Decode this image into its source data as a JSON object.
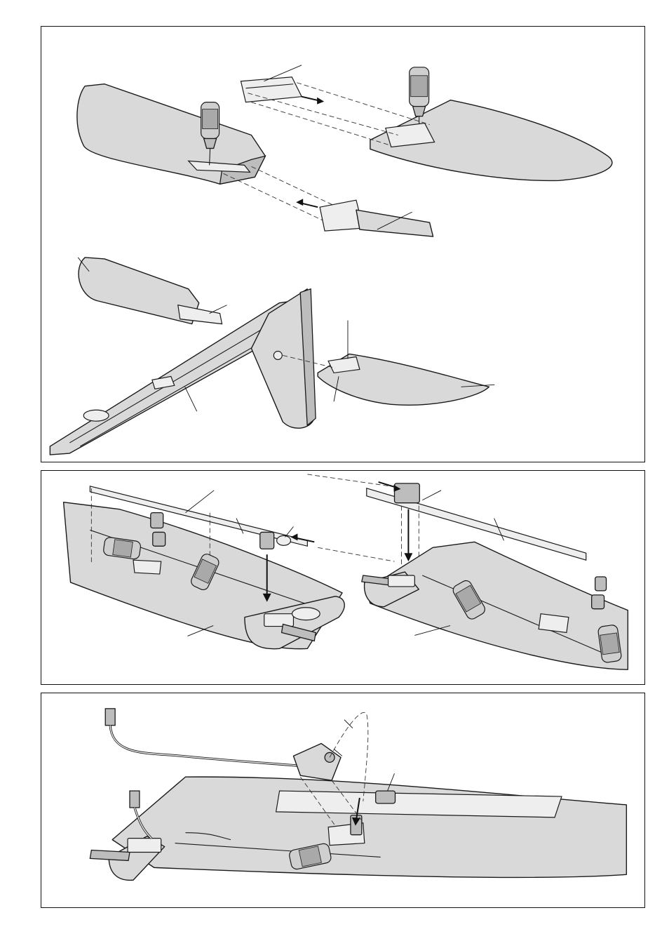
{
  "page": {
    "background": "#ffffff",
    "line_color": "#1a1a1a",
    "part_fill": "#d9d9d9"
  },
  "figures": [
    {
      "id": "figure-1",
      "content": "tailplane-and-fin-assembly"
    },
    {
      "id": "figure-2",
      "content": "aileron-pushrod-installation"
    },
    {
      "id": "figure-3",
      "content": "wing-servo-installation"
    }
  ]
}
